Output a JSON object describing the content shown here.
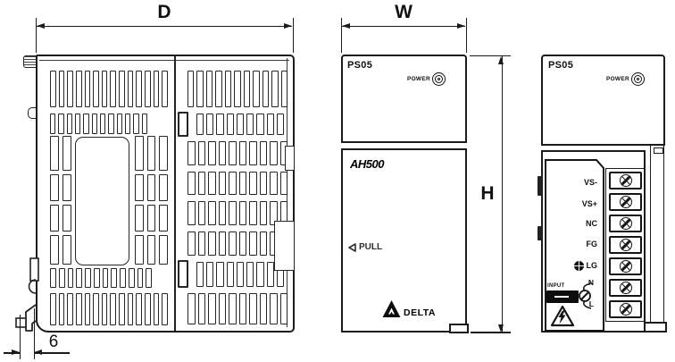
{
  "dims": {
    "depth": "D",
    "width": "W",
    "height": "H",
    "din_offset": "6"
  },
  "front_view": {
    "model": "PS05",
    "power_label": "POWER",
    "series_logo": "AH500",
    "pull_label": "PULL",
    "brand": "DELTA"
  },
  "terminal_view": {
    "model": "PS05",
    "power_label": "POWER",
    "input_label": "INPUT",
    "terminals": [
      "VS-",
      "VS+",
      "NC",
      "FG",
      "LG"
    ],
    "line_neutral": "N",
    "line_live": "L"
  },
  "colors": {
    "ink": "#1b1b1b"
  }
}
